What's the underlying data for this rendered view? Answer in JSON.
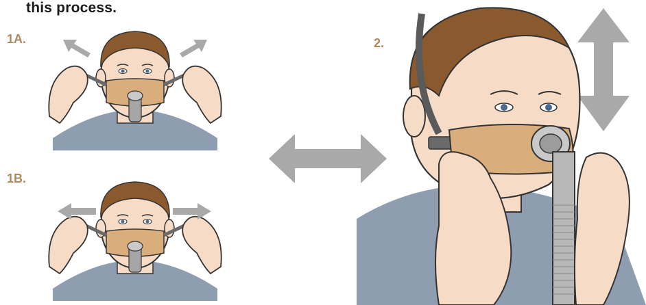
{
  "heading": "this process.",
  "steps": [
    {
      "id": "1A",
      "label": "1A."
    },
    {
      "id": "1B",
      "label": "1B."
    },
    {
      "id": "2",
      "label": "2."
    }
  ],
  "colors": {
    "label": "#b08a5e",
    "arrow": "#a9a9a9",
    "skin": "#f6dcc6",
    "hair": "#8a5a2e",
    "mask": "#d9ad7c",
    "shirt": "#8f9db0",
    "tube": "#a6a6a6"
  },
  "icons": [
    "double-arrow-horizontal-icon",
    "double-arrow-vertical-icon",
    "direction-arrow-icon"
  ]
}
